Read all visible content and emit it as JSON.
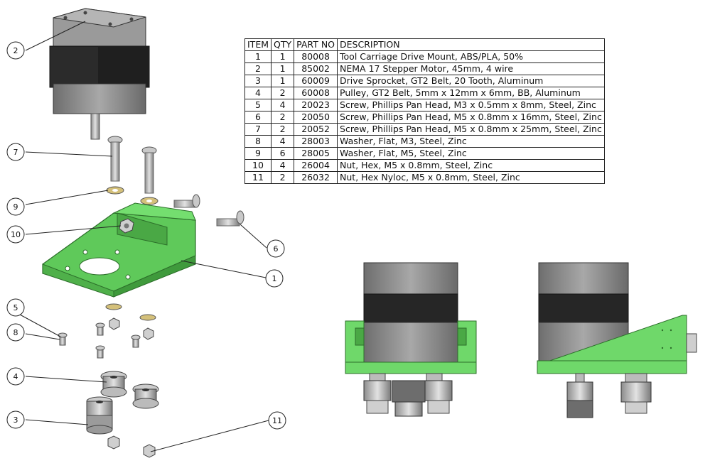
{
  "bom": {
    "headers": [
      "ITEM",
      "QTY",
      "PART NO",
      "DESCRIPTION"
    ],
    "rows": [
      {
        "item": "1",
        "qty": "1",
        "part_no": "80008",
        "description": "Tool Carriage Drive Mount, ABS/PLA, 50%"
      },
      {
        "item": "2",
        "qty": "1",
        "part_no": "85002",
        "description": "NEMA 17 Stepper Motor, 45mm, 4 wire"
      },
      {
        "item": "3",
        "qty": "1",
        "part_no": "60009",
        "description": "Drive Sprocket, GT2 Belt, 20 Tooth, Aluminum"
      },
      {
        "item": "4",
        "qty": "2",
        "part_no": "60008",
        "description": "Pulley, GT2 Belt, 5mm x 12mm x 6mm, BB, Aluminum"
      },
      {
        "item": "5",
        "qty": "4",
        "part_no": "20023",
        "description": "Screw, Phillips Pan Head, M3 x 0.5mm x 8mm, Steel, Zinc"
      },
      {
        "item": "6",
        "qty": "2",
        "part_no": "20050",
        "description": "Screw, Phillips Pan Head, M5 x 0.8mm x 16mm, Steel, Zinc"
      },
      {
        "item": "7",
        "qty": "2",
        "part_no": "20052",
        "description": "Screw, Phillips Pan Head, M5 x 0.8mm x 25mm, Steel, Zinc"
      },
      {
        "item": "8",
        "qty": "4",
        "part_no": "28003",
        "description": "Washer, Flat, M3, Steel, Zinc"
      },
      {
        "item": "9",
        "qty": "6",
        "part_no": "28005",
        "description": "Washer, Flat, M5, Steel, Zinc"
      },
      {
        "item": "10",
        "qty": "4",
        "part_no": "26004",
        "description": "Nut, Hex, M5 x 0.8mm, Steel, Zinc"
      },
      {
        "item": "11",
        "qty": "2",
        "part_no": "26032",
        "description": "Nut, Hex Nyloc, M5 x 0.8mm, Steel, Zinc"
      }
    ]
  },
  "callouts": [
    "1",
    "2",
    "3",
    "4",
    "5",
    "6",
    "7",
    "8",
    "9",
    "10",
    "11"
  ],
  "colors": {
    "mount_green": "#6fd86a",
    "mount_dark": "#3f9a3c",
    "motor_gray": "#8a8a8a",
    "motor_black": "#2a2a2a",
    "metal": "#b8b8b8"
  }
}
